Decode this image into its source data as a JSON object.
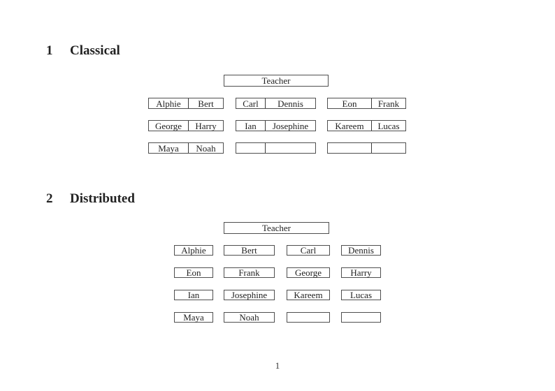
{
  "colors": {
    "ink": "#222222",
    "border": "#4f4f4f",
    "background": "#ffffff"
  },
  "page": {
    "number": "1"
  },
  "sections": {
    "classical": {
      "number": "1",
      "title": "Classical",
      "teacher_label": "Teacher",
      "desks": [
        [
          "Alphie",
          "Bert"
        ],
        [
          "Carl",
          "Dennis"
        ],
        [
          "Eon",
          "Frank"
        ],
        [
          "George",
          "Harry"
        ],
        [
          "Ian",
          "Josephine"
        ],
        [
          "Kareem",
          "Lucas"
        ],
        [
          "Maya",
          "Noah"
        ],
        [
          "",
          ""
        ],
        [
          "",
          ""
        ]
      ]
    },
    "distributed": {
      "number": "2",
      "title": "Distributed",
      "teacher_label": "Teacher",
      "seats": [
        "Alphie",
        "Bert",
        "Carl",
        "Dennis",
        "Eon",
        "Frank",
        "George",
        "Harry",
        "Ian",
        "Josephine",
        "Kareem",
        "Lucas",
        "Maya",
        "Noah",
        "",
        ""
      ]
    }
  }
}
